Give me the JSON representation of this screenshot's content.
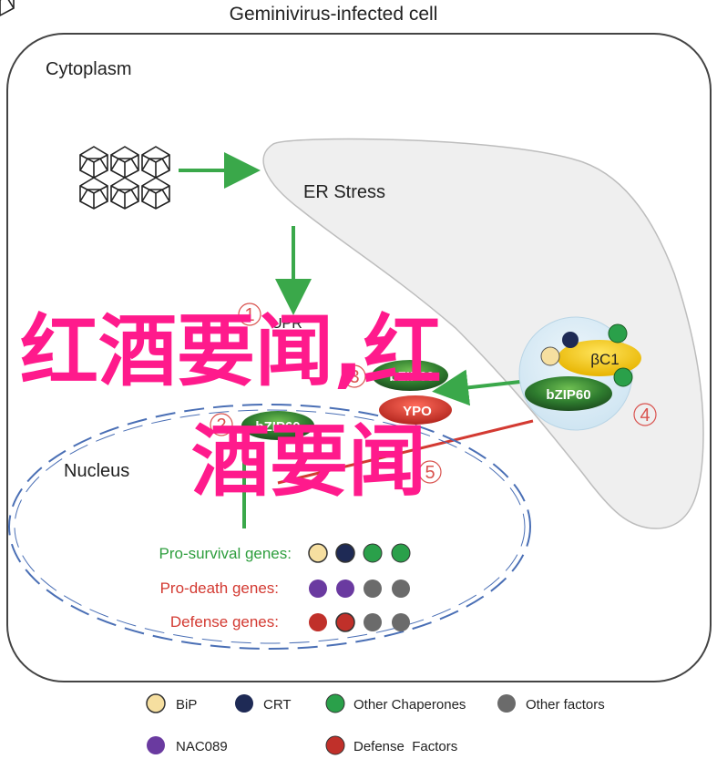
{
  "title": "Geminivirus-infected cell",
  "labels": {
    "cytoplasm": "Cytoplasm",
    "er_stress": "ER Stress",
    "nucleus": "Nucleus"
  },
  "steps": [
    "1",
    "2",
    "3",
    "4",
    "5"
  ],
  "proteins": {
    "upr": "UPR",
    "bzip60_left": "bZIP60",
    "bzip60_center": "bZIP60",
    "ypo": "YPO",
    "bzip60_right": "bZIP60",
    "bc1": "βC1"
  },
  "genes": [
    {
      "label": "Pro-survival genes:",
      "color": "#2e9e3e",
      "dots": [
        "#f6dfa0",
        "#1e2a55",
        "#2aa04a",
        "#2aa04a"
      ]
    },
    {
      "label": "Pro-death genes:",
      "color": "#d33a32",
      "dots": [
        "#6a3aa0",
        "#6a3aa0",
        "#6b6b6b",
        "#6b6b6b"
      ]
    },
    {
      "label": "Defense genes:",
      "color": "#d33a32",
      "dots": [
        "#c0302a",
        "#c0302a",
        "#6b6b6b",
        "#6b6b6b"
      ]
    }
  ],
  "legend": [
    {
      "label": "BiP",
      "color": "#f6dfa0"
    },
    {
      "label": "CRT",
      "color": "#1e2a55"
    },
    {
      "label": "Other Chaperones",
      "color": "#2aa04a"
    },
    {
      "label": "Other factors",
      "color": "#6b6b6b"
    },
    {
      "label": "NAC089",
      "color": "#6a3aa0"
    },
    {
      "label": "Defense  Factors",
      "color": "#c0302a"
    }
  ],
  "watermark": {
    "line1": "红酒要闻,红",
    "line2": "酒要闻"
  },
  "colors": {
    "arrow_green": "#3aa84a",
    "inhibit_red": "#d33a32",
    "nucleus_dash": "#4a6fb5"
  }
}
